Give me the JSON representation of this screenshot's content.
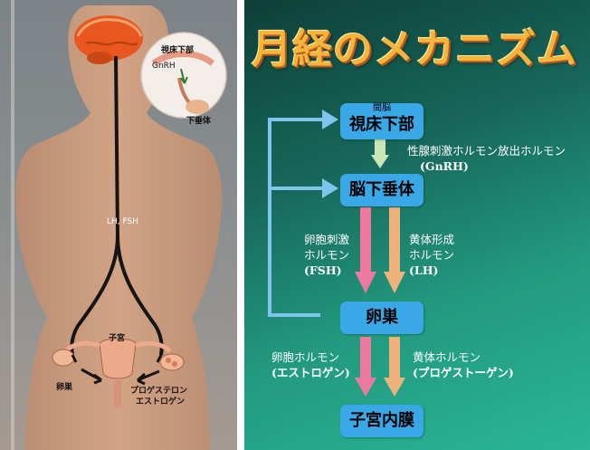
{
  "title": "月経のメカニズム",
  "colors": {
    "bg_dark": "#0e3f37",
    "bg_light": "#2bb596",
    "box": "#3aa7e6",
    "arrow_pink": "#ec7aa0",
    "arrow_orange": "#f0b27b",
    "arrow_green": "#c9e6b8",
    "feedback_arrow": "#7ec4ef",
    "title": "#f4b53a"
  },
  "diagram": {
    "nodes": {
      "hypothalamus": {
        "sub": "間脳",
        "label": "視床下部"
      },
      "pituitary": {
        "label": "脳下垂体"
      },
      "ovary": {
        "label": "卵巣"
      },
      "endometrium": {
        "label": "子宮内膜"
      }
    },
    "labels": {
      "gnrh_line1": "性腺刺激ホルモン放出ホルモン",
      "gnrh_line2": "(GnRH)",
      "fsh_line1": "卵胞刺激",
      "fsh_line2": "ホルモン",
      "fsh_line3": "(FSH)",
      "lh_line1": "黄体形成",
      "lh_line2": "ホルモン",
      "lh_line3": "(LH)",
      "estrogen_line1": "卵胞ホルモン",
      "estrogen_line2": "(エストロゲン)",
      "progesterone_line1": "黄体ホルモン",
      "progesterone_line2": "(プロゲストーゲン)"
    }
  },
  "illustration": {
    "inset_hypothalamus": "視床下部",
    "inset_gnrh": "GnRH",
    "inset_pituitary": "下垂体",
    "lh_fsh": "LH, FSH",
    "uterus": "子宮",
    "ovary": "卵巣",
    "hormones_line1": "プロゲステロン",
    "hormones_line2": "エストロゲン"
  }
}
